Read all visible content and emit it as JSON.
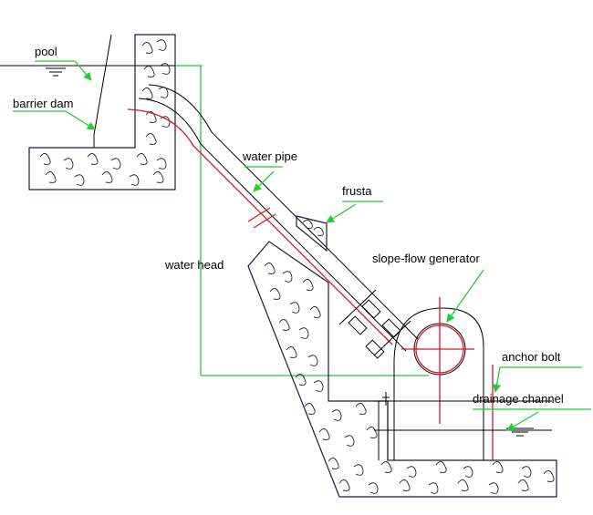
{
  "labels": {
    "pool": "pool",
    "barrier_dam": "barrier dam",
    "water_pipe": "water pipe",
    "frusta": "frusta",
    "water_head": "water head",
    "generator": "slope-flow generator",
    "anchor_bolt": "anchor bolt",
    "drainage_channel": "drainage channel"
  },
  "colors": {
    "leader": "#22cc33",
    "axis": "#e0102a",
    "pipe": "#e0102a",
    "line": "#000000",
    "aggregate_outline": "#1a1a4a"
  }
}
